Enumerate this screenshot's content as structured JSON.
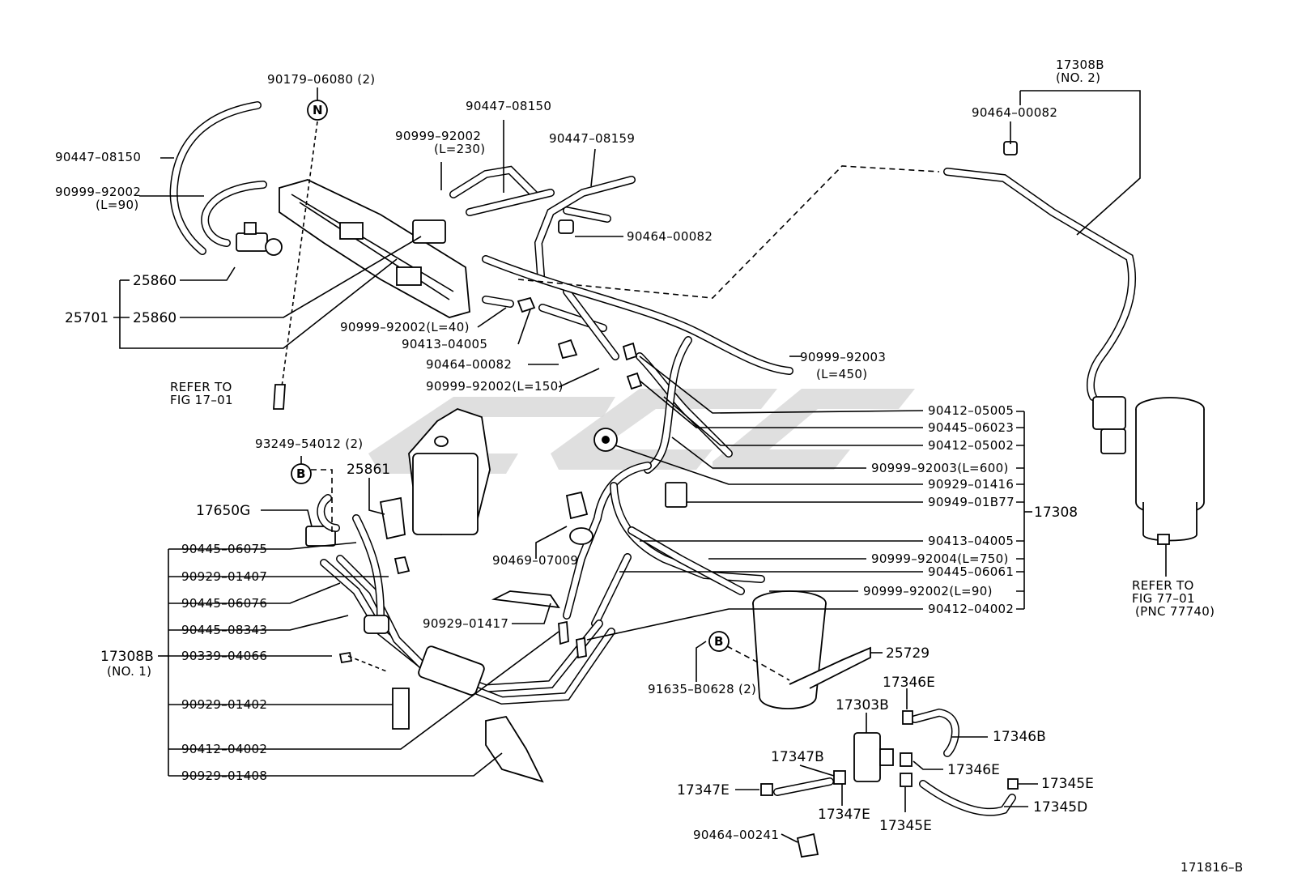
{
  "diagram": {
    "figure_code": "171816–B",
    "markers": {
      "n": "N",
      "b": "B"
    },
    "labels": {
      "p90179": "90179–06080 (2)",
      "p90447a": "90447–08150",
      "p90999l90a": "90999–92002",
      "p90999l90a_len": "(L=90)",
      "p25860a": "25860",
      "p25701": "25701",
      "p25860b": "25860",
      "refer1701": "REFER TO",
      "refer1701b": "FIG 17–01",
      "p90447b": "90447–08150",
      "p90999l230": "90999–92002",
      "p90999l230_len": "(L=230)",
      "p90447c": "90447–08159",
      "p90464a": "90464–00082",
      "p90999l40": "90999–92002(L=40)",
      "p90413a": "90413–04005",
      "p90464b": "90464–00082",
      "p90999l150": "90999–92002(L=150)",
      "p90999l450": "90999–92003",
      "p90999l450_len": "(L=450)",
      "p17308b2": "17308B",
      "p17308b2_no": "(NO. 2)",
      "p90464c": "90464–00082",
      "p90412a": "90412–05005",
      "p90445a": "90445–06023",
      "p90412b": "90412–05002",
      "p90999l600": "90999–92003(L=600)",
      "p90929a": "90929–01416",
      "p90949": "90949–01B77",
      "p17308": "17308",
      "p90413b": "90413–04005",
      "p90999l750": "90999–92004(L=750)",
      "p90445b": "90445–06061",
      "p90999l90b": "90999–92002(L=90)",
      "p90412c": "90412–04002",
      "refer7701": "REFER TO",
      "refer7701b": "FIG 77–01",
      "refer7701c": "(PNC 77740)",
      "p93249": "93249–54012 (2)",
      "p25861": "25861",
      "p17650g": "17650G",
      "p90445c": "90445–06075",
      "p90929b": "90929–01407",
      "p90445d": "90445–06076",
      "p90445e": "90445–08343",
      "p17308b1": "17308B",
      "p17308b1_no": "(NO. 1)",
      "p90339": "90339–04066",
      "p90929c": "90929–01402",
      "p90412d": "90412–04002",
      "p90929d": "90929–01408",
      "p90469": "90469–07009",
      "p90929e": "90929–01417",
      "p25729": "25729",
      "p91635": "91635–B0628 (2)",
      "p17346e1": "17346E",
      "p17303b": "17303B",
      "p17346b": "17346B",
      "p17347b": "17347B",
      "p17346e2": "17346E",
      "p17347e1": "17347E",
      "p17345e1": "17345E",
      "p17347e2": "17347E",
      "p17345e2": "17345E",
      "p17345d": "17345D",
      "p90464d": "90464–00241"
    }
  }
}
